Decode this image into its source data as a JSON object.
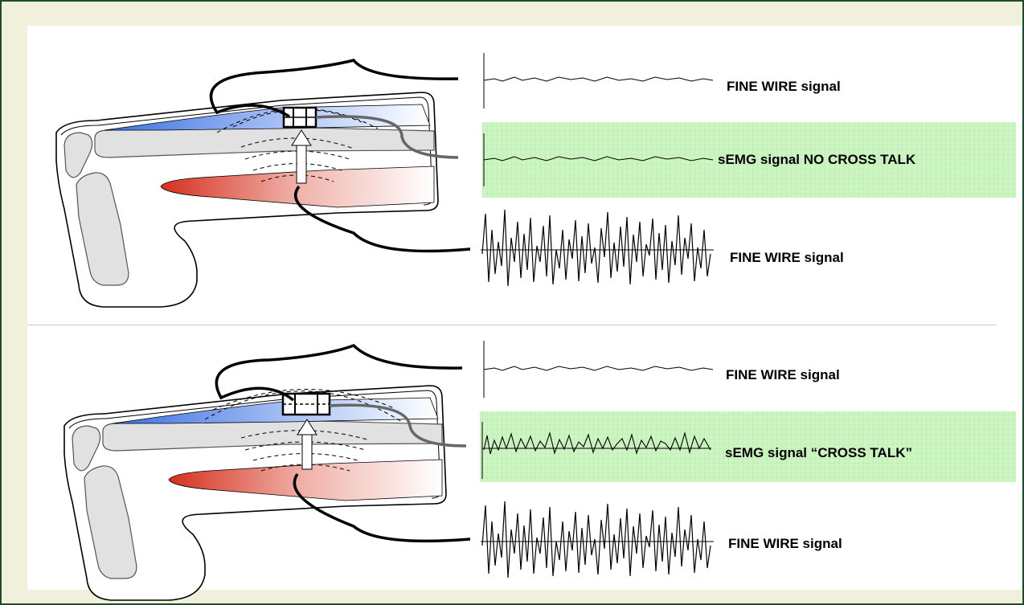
{
  "colors": {
    "frame_border": "#1e4d2b",
    "frame_background": "#f1f1db",
    "grid_fill": "#ccf5c2",
    "upper_muscle": "#3b6fe0",
    "lower_muscle": "#d6301e",
    "bone": "#e1e1e1"
  },
  "panels": [
    {
      "signals": [
        {
          "label": "FINE WIRE signal"
        },
        {
          "label": "sEMG  signal NO CROSS TALK"
        },
        {
          "label": "FINE WIRE signal"
        }
      ]
    },
    {
      "signals": [
        {
          "label": "FINE WIRE signal"
        },
        {
          "label": "sEMG  signal “CROSS TALK”"
        },
        {
          "label": "FINE WIRE signal"
        }
      ]
    }
  ]
}
